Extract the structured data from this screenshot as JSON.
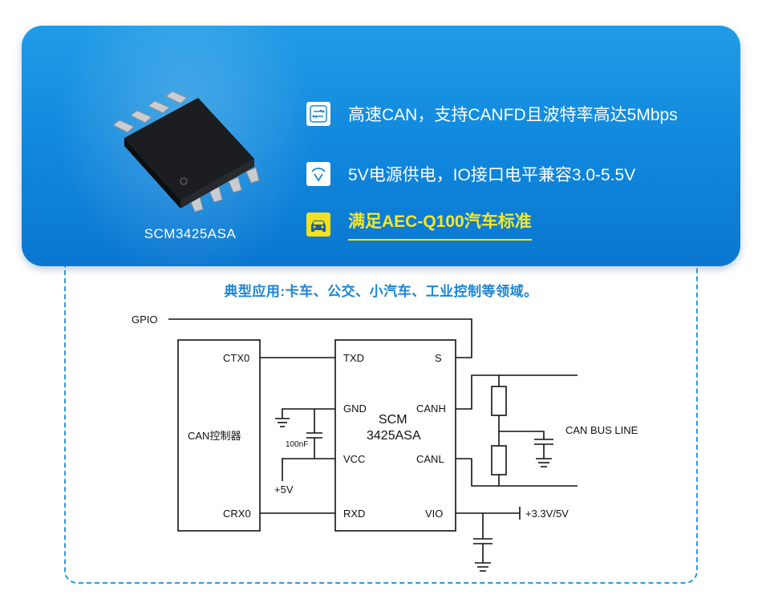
{
  "product": {
    "part_number": "SCM3425ASA"
  },
  "features": [
    {
      "icon": "data-transfer-icon",
      "text": "高速CAN，支持CANFD且波特率高达5Mbps"
    },
    {
      "icon": "voltage-icon",
      "text": "5V电源供电，IO接口电平兼容3.0-5.5V"
    },
    {
      "icon": "car-icon",
      "text": "满足AEC-Q100汽车标准"
    }
  ],
  "application_title": "典型应用:卡车、公交、小汽车、工业控制等领域。",
  "circuit": {
    "gpio": "GPIO",
    "controller": {
      "name": "CAN控制器",
      "ctx": "CTX0",
      "crx": "CRX0"
    },
    "ic": {
      "line1": "SCM",
      "line2": "3425ASA",
      "pins": {
        "txd": "TXD",
        "s": "S",
        "gnd": "GND",
        "canh": "CANH",
        "vcc": "VCC",
        "canl": "CANL",
        "rxd": "RXD",
        "vio": "VIO"
      }
    },
    "capacitor": "100nF",
    "supply_5v": "+5V",
    "supply_vio": "+3.3V/5V",
    "bus_label": "CAN BUS LINE"
  },
  "colors": {
    "banner": "#1392e0",
    "accent_yellow": "#f6e727",
    "title_blue": "#1b86d6",
    "dash_blue": "#2a9ad9"
  }
}
